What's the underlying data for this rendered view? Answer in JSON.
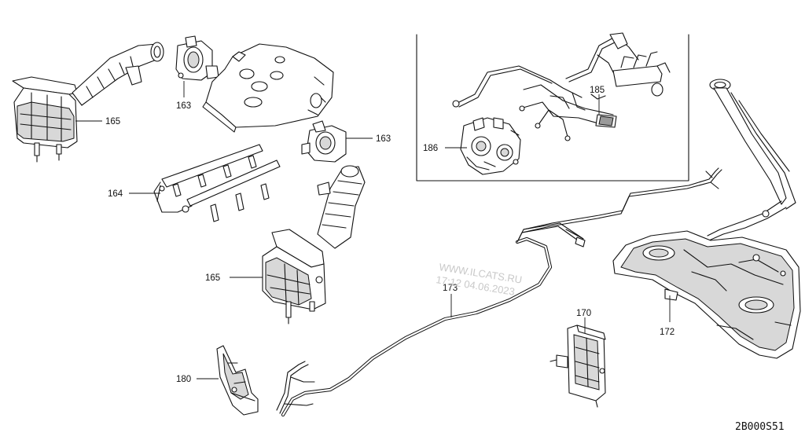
{
  "diagram": {
    "callouts": {
      "c163a": "163",
      "c163b": "163",
      "c164": "164",
      "c165a": "165",
      "c165b": "165",
      "c170": "170",
      "c172": "172",
      "c173": "173",
      "c180": "180",
      "c185": "185",
      "c186": "186"
    },
    "watermark": {
      "site": "WWW.ILCATS.RU",
      "datetime": "17:12 04.06.2023"
    },
    "diagram_code": "2B000S51"
  }
}
